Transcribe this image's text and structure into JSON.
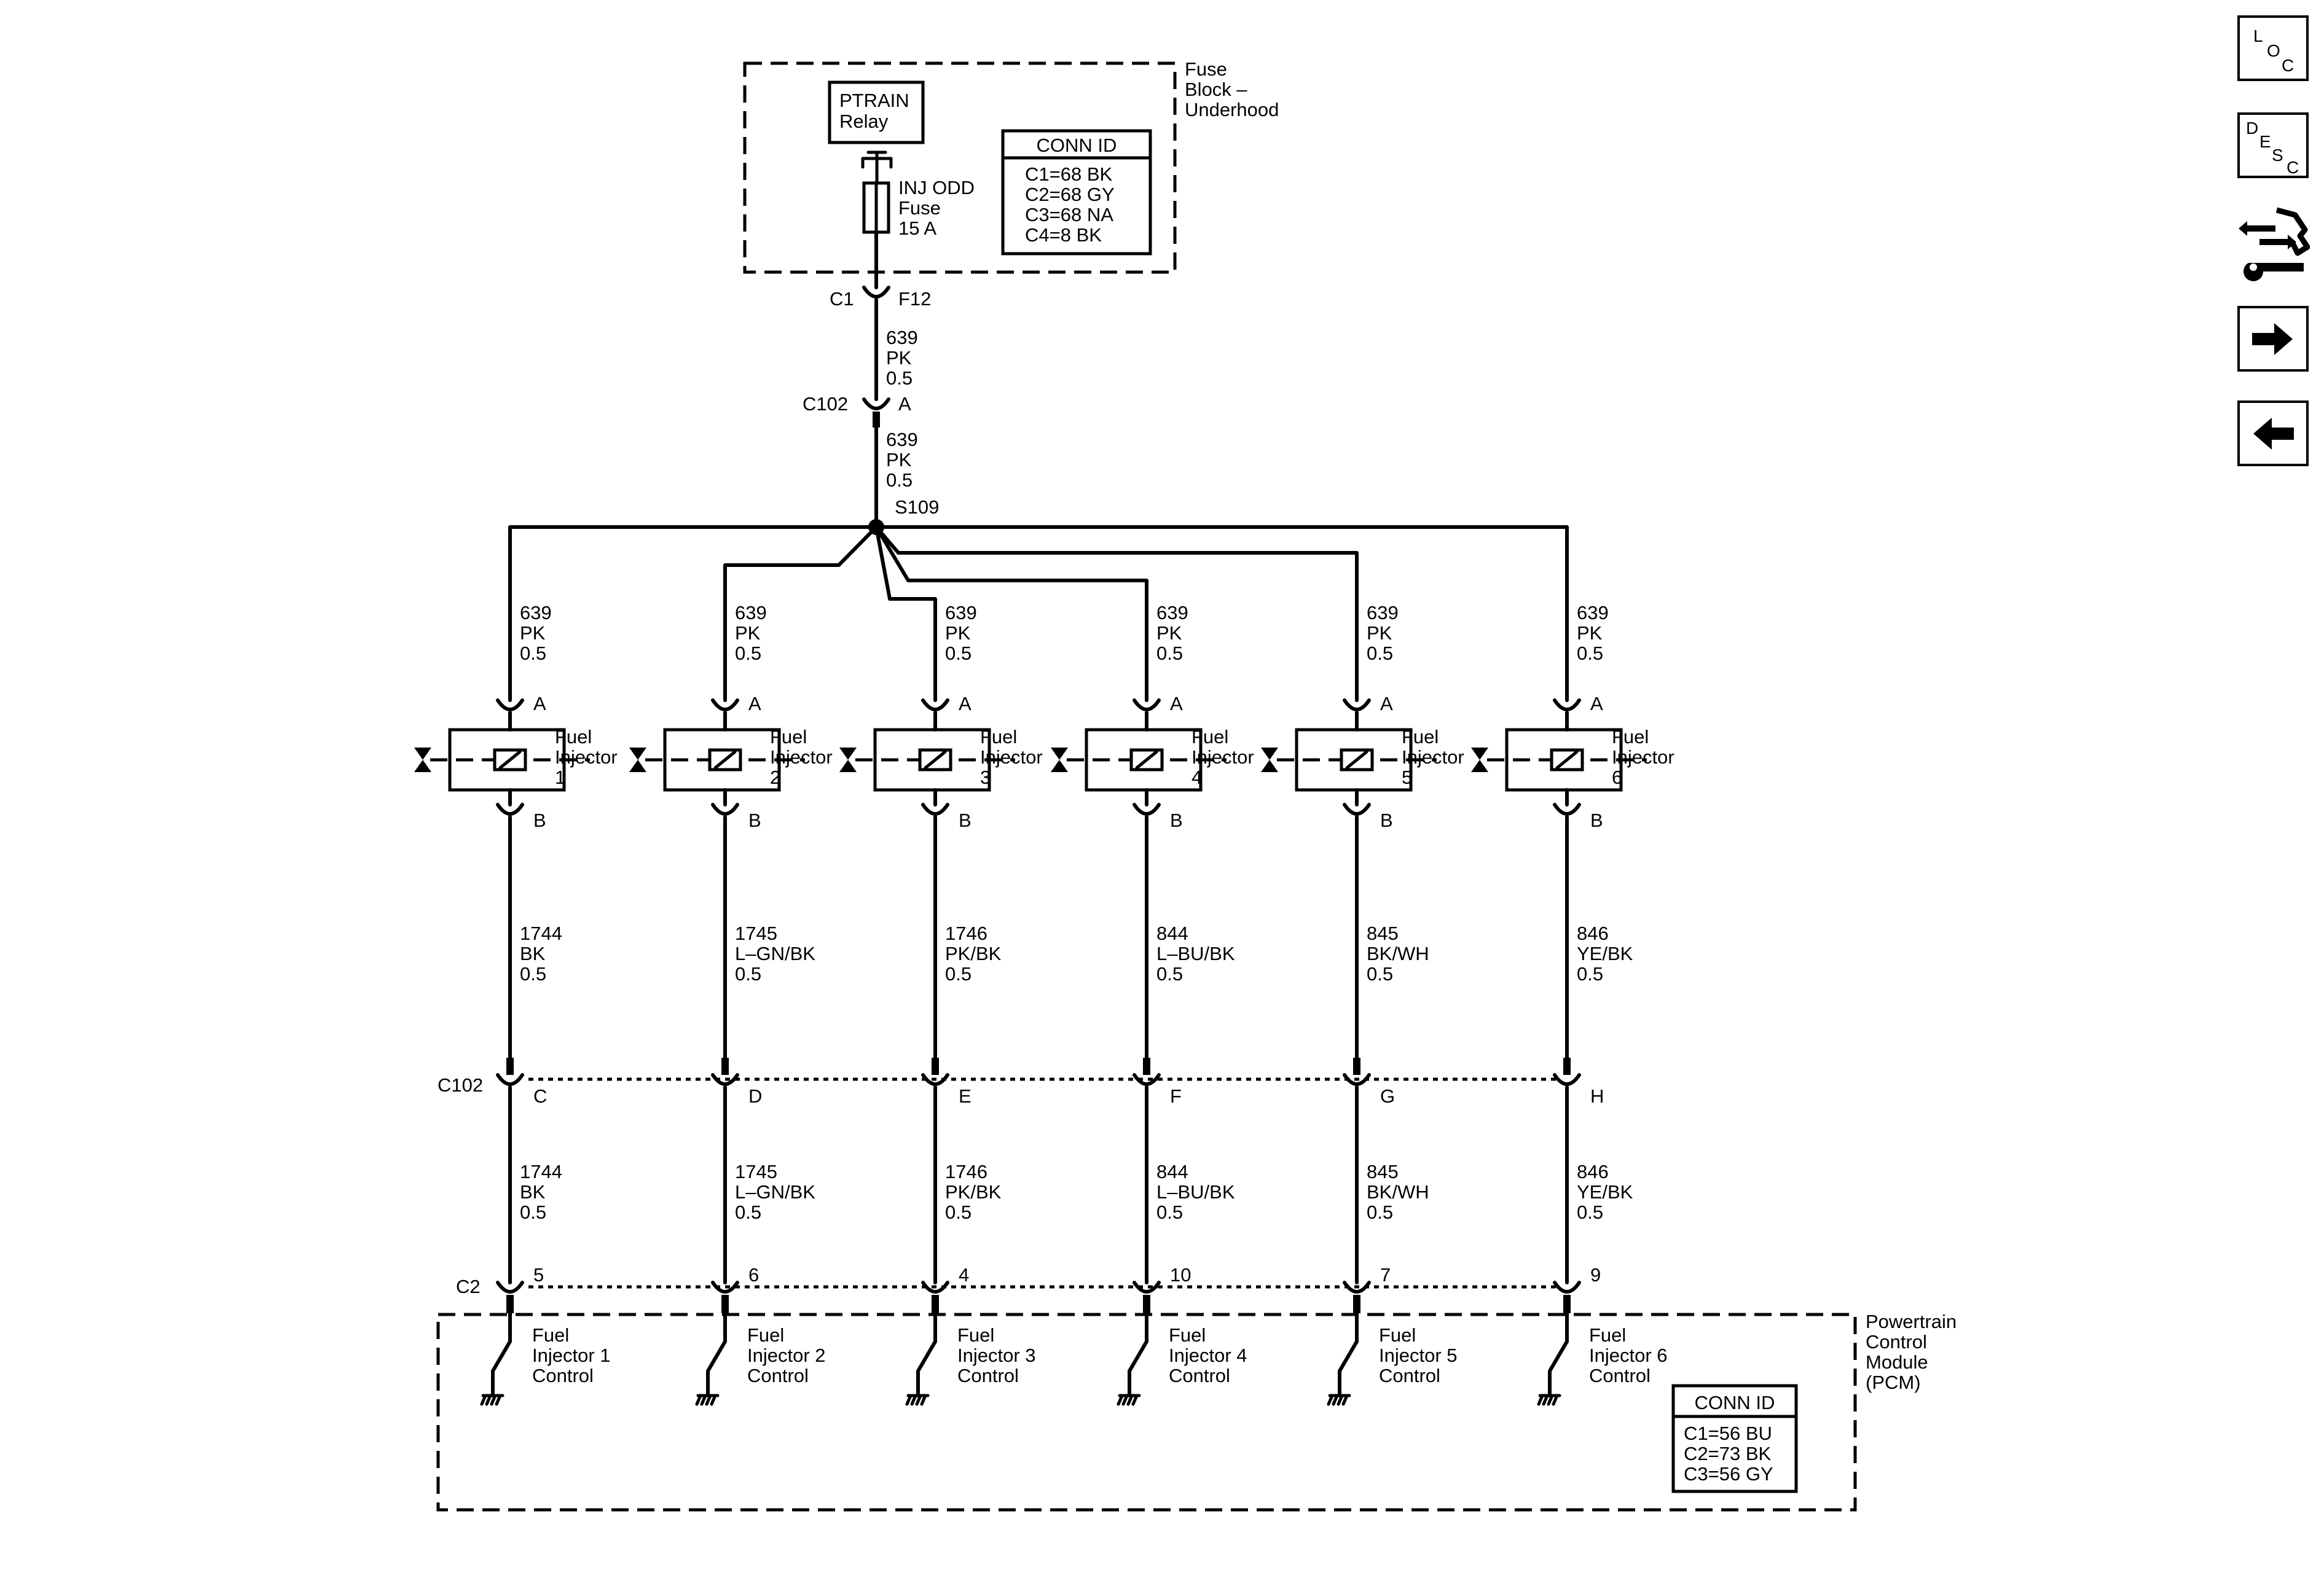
{
  "fuse_block": {
    "name_lines": [
      "Fuse",
      "Block –",
      "Underhood"
    ],
    "relay_lines": [
      "PTRAIN",
      "Relay"
    ],
    "fuse_lines": [
      "INJ ODD",
      "Fuse",
      "15 A"
    ],
    "conn_title": "CONN ID",
    "conn_lines": [
      "C1=68 BK",
      "C2=68 GY",
      "C3=68 NA",
      "C4=8 BK"
    ],
    "out_connector": "C1",
    "out_pin": "F12"
  },
  "feed": {
    "upper_wire": [
      "639",
      "PK",
      "0.5"
    ],
    "inline_connector": "C102",
    "inline_pin": "A",
    "lower_wire": [
      "639",
      "PK",
      "0.5"
    ],
    "splice": "S109"
  },
  "c102_label": "C102",
  "c2_label": "C2",
  "injectors": [
    {
      "name_lines": [
        "Fuel",
        "Injector",
        "1"
      ],
      "pin_a": "A",
      "pin_b": "B",
      "supply_wire": [
        "639",
        "PK",
        "0.5"
      ],
      "ctrl_wire": [
        "1744",
        "BK",
        "0.5"
      ],
      "c102_pin": "C",
      "ctrl_wire2": [
        "1744",
        "BK",
        "0.5"
      ],
      "pcm_pin": "5",
      "pcm_lines": [
        "Fuel",
        "Injector 1",
        "Control"
      ]
    },
    {
      "name_lines": [
        "Fuel",
        "Injector",
        "2"
      ],
      "pin_a": "A",
      "pin_b": "B",
      "supply_wire": [
        "639",
        "PK",
        "0.5"
      ],
      "ctrl_wire": [
        "1745",
        "L–GN/BK",
        "0.5"
      ],
      "c102_pin": "D",
      "ctrl_wire2": [
        "1745",
        "L–GN/BK",
        "0.5"
      ],
      "pcm_pin": "6",
      "pcm_lines": [
        "Fuel",
        "Injector 2",
        "Control"
      ]
    },
    {
      "name_lines": [
        "Fuel",
        "Injector",
        "3"
      ],
      "pin_a": "A",
      "pin_b": "B",
      "supply_wire": [
        "639",
        "PK",
        "0.5"
      ],
      "ctrl_wire": [
        "1746",
        "PK/BK",
        "0.5"
      ],
      "c102_pin": "E",
      "ctrl_wire2": [
        "1746",
        "PK/BK",
        "0.5"
      ],
      "pcm_pin": "4",
      "pcm_lines": [
        "Fuel",
        "Injector 3",
        "Control"
      ]
    },
    {
      "name_lines": [
        "Fuel",
        "Injector",
        "4"
      ],
      "pin_a": "A",
      "pin_b": "B",
      "supply_wire": [
        "639",
        "PK",
        "0.5"
      ],
      "ctrl_wire": [
        "844",
        "L–BU/BK",
        "0.5"
      ],
      "c102_pin": "F",
      "ctrl_wire2": [
        "844",
        "L–BU/BK",
        "0.5"
      ],
      "pcm_pin": "10",
      "pcm_lines": [
        "Fuel",
        "Injector 4",
        "Control"
      ]
    },
    {
      "name_lines": [
        "Fuel",
        "Injector",
        "5"
      ],
      "pin_a": "A",
      "pin_b": "B",
      "supply_wire": [
        "639",
        "PK",
        "0.5"
      ],
      "ctrl_wire": [
        "845",
        "BK/WH",
        "0.5"
      ],
      "c102_pin": "G",
      "ctrl_wire2": [
        "845",
        "BK/WH",
        "0.5"
      ],
      "pcm_pin": "7",
      "pcm_lines": [
        "Fuel",
        "Injector 5",
        "Control"
      ]
    },
    {
      "name_lines": [
        "Fuel",
        "Injector",
        "6"
      ],
      "pin_a": "A",
      "pin_b": "B",
      "supply_wire": [
        "639",
        "PK",
        "0.5"
      ],
      "ctrl_wire": [
        "846",
        "YE/BK",
        "0.5"
      ],
      "c102_pin": "H",
      "ctrl_wire2": [
        "846",
        "YE/BK",
        "0.5"
      ],
      "pcm_pin": "9",
      "pcm_lines": [
        "Fuel",
        "Injector 6",
        "Control"
      ]
    }
  ],
  "pcm": {
    "name_lines": [
      "Powertrain",
      "Control",
      "Module",
      "(PCM)"
    ],
    "conn_title": "CONN ID",
    "conn_lines": [
      "C1=56 BU",
      "C2=73 BK",
      "C3=56 GY"
    ]
  },
  "nav": {
    "loc_letters": [
      "L",
      "O",
      "C"
    ],
    "desc_letters": [
      "D",
      "E",
      "S",
      "C"
    ],
    "icons": [
      "connector-repair-icon",
      "next-arrow-icon",
      "back-arrow-icon"
    ]
  }
}
